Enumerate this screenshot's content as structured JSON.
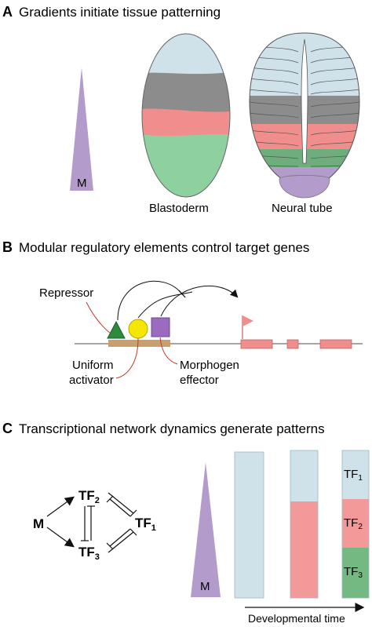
{
  "panelA": {
    "letter": "A",
    "title": "Gradients initiate tissue patterning",
    "gradient_label": "M",
    "blastoderm_label": "Blastoderm",
    "neural_tube_label": "Neural tube"
  },
  "panelB": {
    "letter": "B",
    "title": "Modular regulatory elements control target genes",
    "repressor_label": "Repressor",
    "uniform_label_1": "Uniform",
    "uniform_label_2": "activator",
    "morphogen_label_1": "Morphogen",
    "morphogen_label_2": "effector"
  },
  "panelC": {
    "letter": "C",
    "title": "Transcriptional network dynamics generate patterns",
    "network": {
      "m": "M",
      "tf2": "TF",
      "tf2_sub": "2",
      "tf1": "TF",
      "tf1_sub": "1",
      "tf3": "TF",
      "tf3_sub": "3"
    },
    "gradient_label": "M",
    "bar_labels": {
      "tf1": "TF",
      "tf1_sub": "1",
      "tf2": "TF",
      "tf2_sub": "2",
      "tf3": "TF",
      "tf3_sub": "3"
    },
    "time_axis_label": "Developmental time"
  },
  "colors": {
    "morphogen": "#b39ccc",
    "blue": "#cfe2ea",
    "grey": "#8c8c8c",
    "red": "#f08d8d",
    "green": "#8fd19e",
    "dark_green": "#2e8b3e",
    "yellow": "#f5e600",
    "purple": "#9a6bbf",
    "tan": "#c8a06e"
  }
}
